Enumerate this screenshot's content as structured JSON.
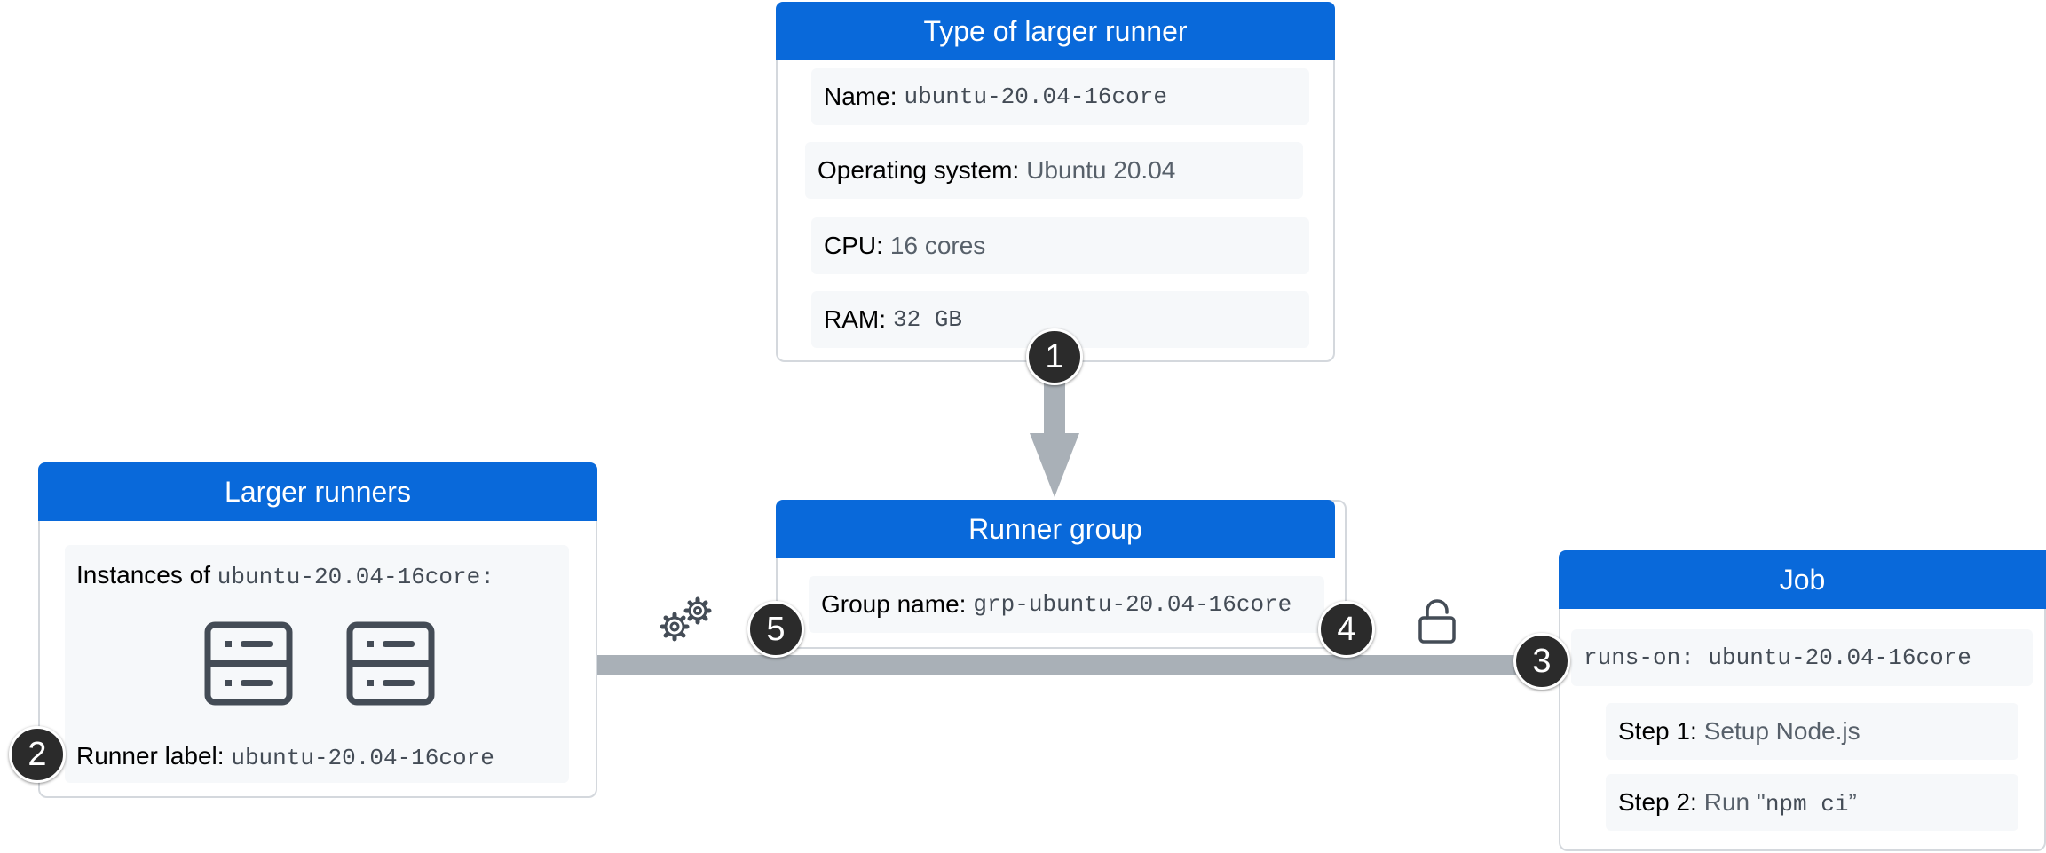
{
  "type_card": {
    "title": "Type of larger runner",
    "rows": [
      {
        "label": "Name:",
        "value": "ubuntu-20.04-16core"
      },
      {
        "label": "Operating system:",
        "value": "Ubuntu 20.04"
      },
      {
        "label": "CPU:",
        "value": "16 cores"
      },
      {
        "label": "RAM:",
        "value": "32 GB"
      }
    ]
  },
  "group_card": {
    "title": "Runner group",
    "row": {
      "label": "Group name:",
      "value": "grp-ubuntu-20.04-16core"
    }
  },
  "larger_card": {
    "title": "Larger runners",
    "instances_label": "Instances of",
    "instances_value": "ubuntu-20.04-16core:",
    "runner_label": "Runner label:",
    "runner_value": "ubuntu-20.04-16core"
  },
  "job_card": {
    "title": "Job",
    "runs_on": "runs-on: ubuntu-20.04-16core",
    "steps": [
      {
        "label": "Step 1:",
        "value": "Setup Node.js"
      },
      {
        "label": "Step 2:",
        "value_prefix": "Run \"",
        "value_code": "npm ci",
        "value_suffix": "”"
      }
    ]
  },
  "badges": [
    "1",
    "2",
    "3",
    "4",
    "5"
  ],
  "icons": [
    "gears-icon",
    "unlock-icon",
    "server-icon",
    "server-icon"
  ],
  "colors": {
    "header": "#0969da",
    "arrow": "#a9b0b7",
    "badge": "#2b2b2b"
  }
}
